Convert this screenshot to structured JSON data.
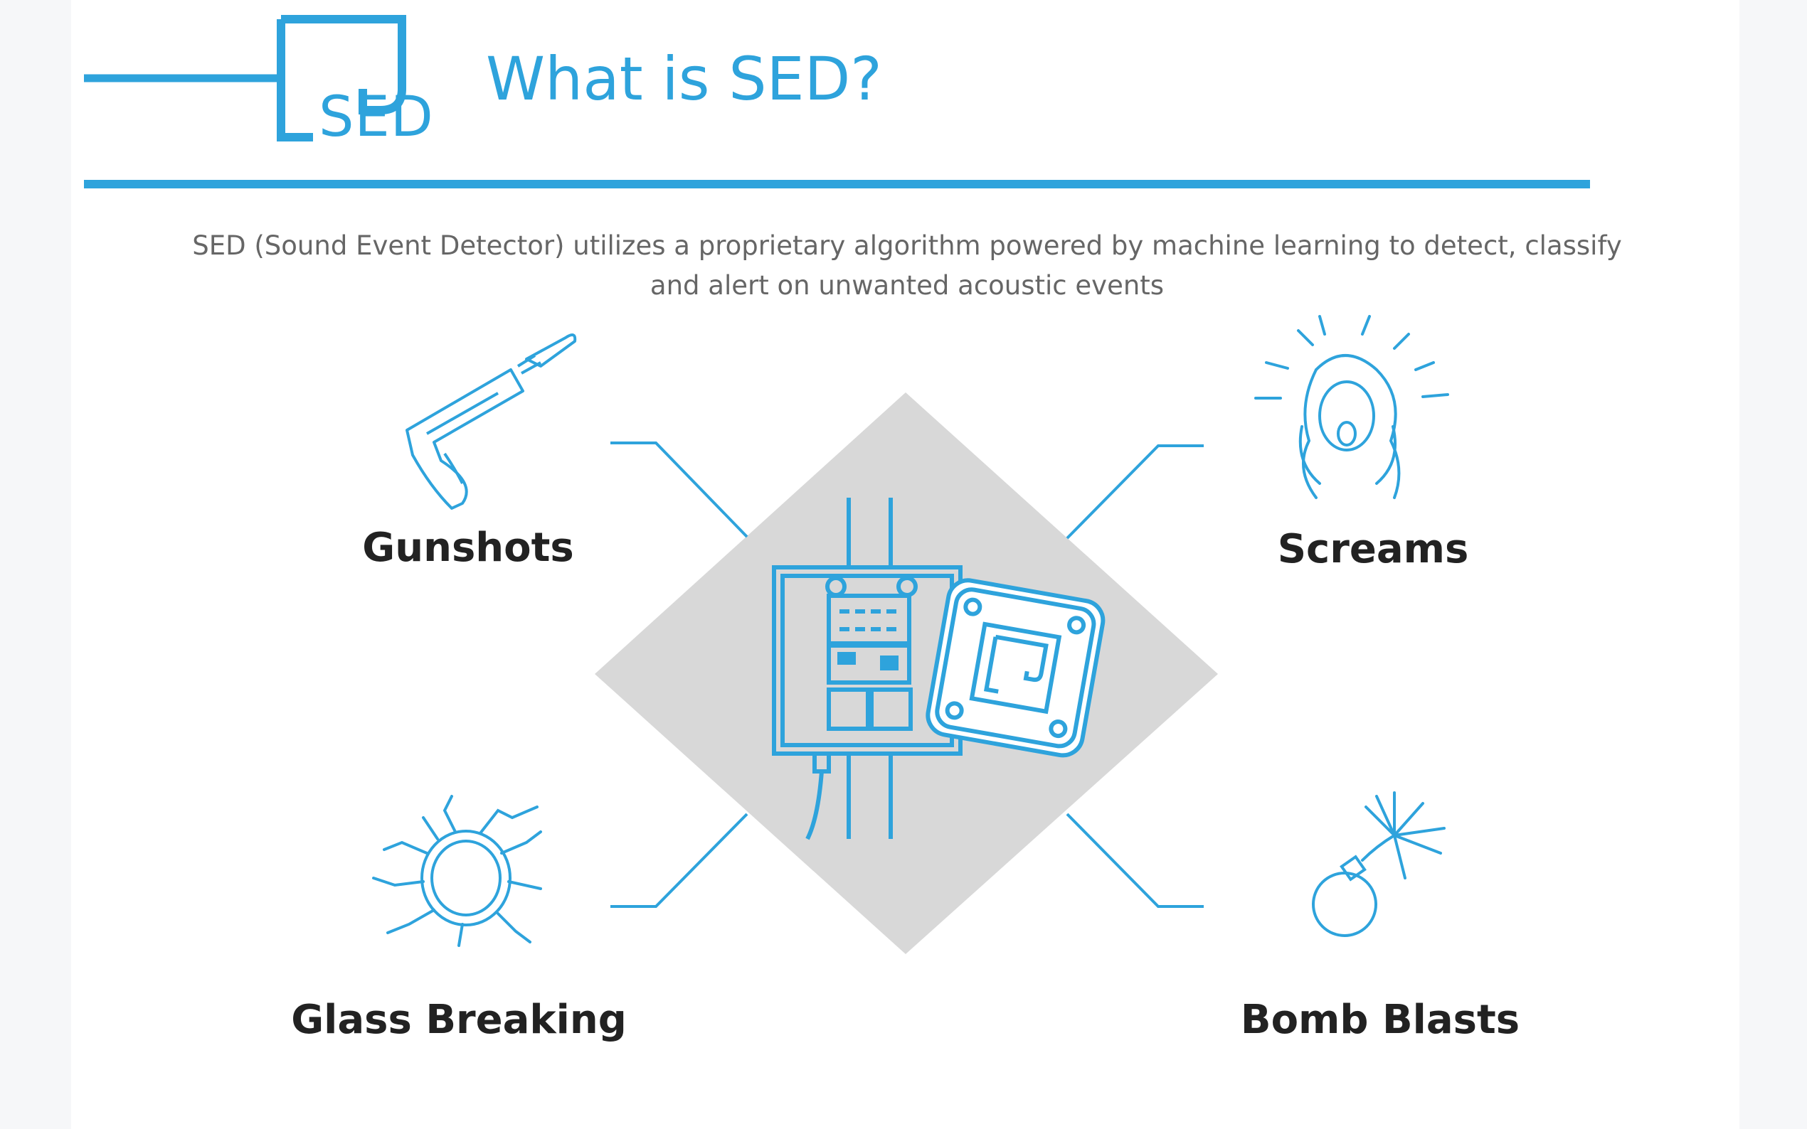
{
  "header": {
    "logo_text": "SED",
    "title": "What is SED?"
  },
  "intro": {
    "text": "SED (Sound Event Detector) utilizes a proprietary algorithm powered by machine learning to detect, classify and alert on unwanted acoustic events"
  },
  "events": {
    "gunshots": {
      "label": "Gunshots",
      "icon": "gun-icon"
    },
    "screams": {
      "label": "Screams",
      "icon": "screaming-person-icon"
    },
    "glass": {
      "label": "Glass Breaking",
      "icon": "broken-glass-icon"
    },
    "bomb": {
      "label": "Bomb Blasts",
      "icon": "bomb-icon"
    }
  },
  "center": {
    "icon": "sensor-device-icon"
  },
  "colors": {
    "accent": "#2ea3dc",
    "diamond": "#d8d8d8",
    "label": "#222222",
    "body_text": "#666666"
  }
}
